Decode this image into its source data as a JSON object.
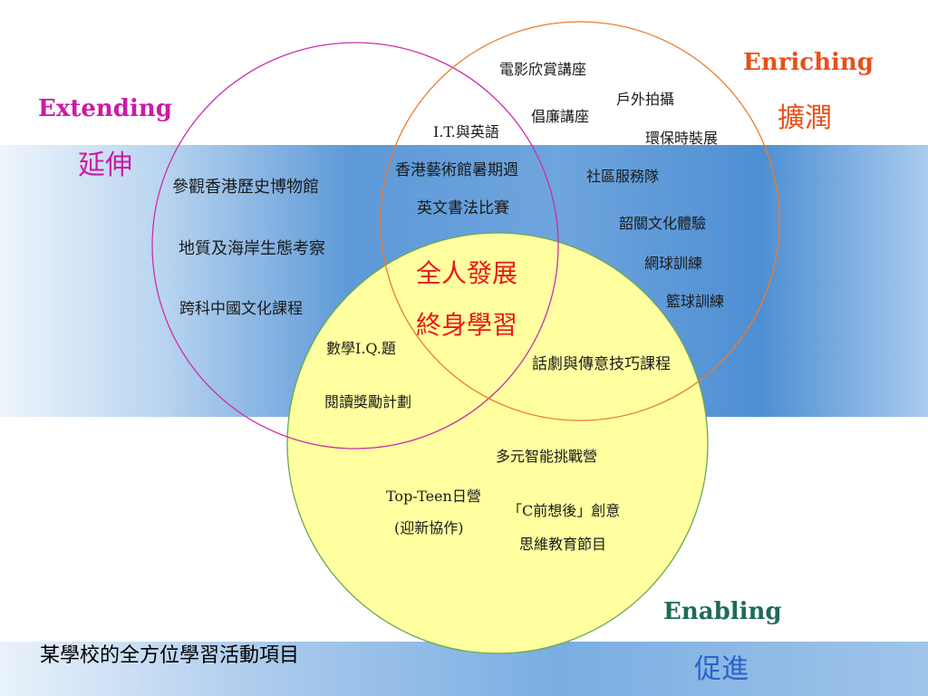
{
  "headings": {
    "extending": {
      "en": "Extending",
      "zh": "延伸",
      "color": "#cc1aa6"
    },
    "enriching": {
      "en": "Enriching",
      "zh": "擴潤",
      "color": "#e8501a"
    },
    "enabling": {
      "en": "Enabling",
      "zh": "促進",
      "en_color": "#1e6b5a",
      "zh_color": "#2b63c6"
    }
  },
  "circles": {
    "extending_stroke": "#cc2fa8",
    "enriching_stroke": "#ee7a2a",
    "enabling_stroke": "#6aa84f",
    "enabling_fill": "#ffffa0"
  },
  "extending_only": [
    "參觀香港歷史博物館",
    "地質及海岸生態考察",
    "跨科中國文化課程"
  ],
  "extending_enriching": [
    "I.T.與英語",
    "香港藝術館暑期週",
    "英文書法比賽"
  ],
  "enriching_only": [
    "電影欣賞講座",
    "戶外拍攝",
    "倡廉講座",
    "環保時裝展",
    "社區服務隊",
    "韶關文化體驗",
    "網球訓練",
    "籃球訓練"
  ],
  "center": [
    "全人發展",
    "終身學習"
  ],
  "extending_enabling": [
    "數學I.Q.題",
    "閱讀獎勵計劃"
  ],
  "enriching_enabling": [
    "話劇與傳意技巧課程"
  ],
  "enabling_only": [
    "多元智能挑戰營",
    "Top-Teen日營",
    "(迎新協作)",
    "「C前想後」創意",
    "思維教育節目"
  ],
  "caption": "某學校的全方位學習活動項目"
}
